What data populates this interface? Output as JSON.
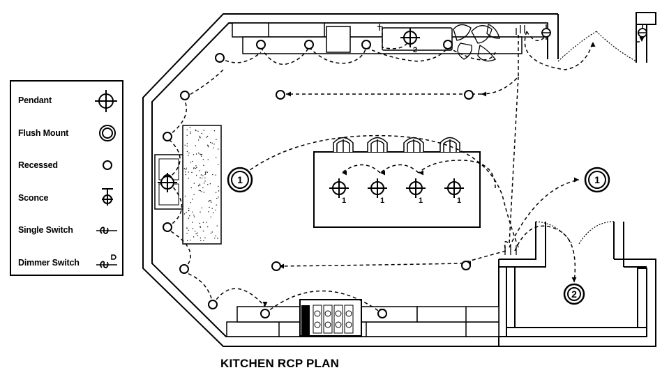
{
  "title": "KITCHEN RCP PLAN",
  "legend": {
    "items": [
      {
        "label": "Pendant",
        "icon": "pendant-icon"
      },
      {
        "label": "Flush Mount",
        "icon": "flush-mount-icon"
      },
      {
        "label": "Recessed",
        "icon": "recessed-icon"
      },
      {
        "label": "Sconce",
        "icon": "sconce-icon"
      },
      {
        "label": "Single Switch",
        "icon": "single-switch-icon"
      },
      {
        "label": "Dimmer Switch",
        "icon": "dimmer-switch-icon"
      }
    ]
  },
  "fixture_tags": {
    "flush_mount_type": "1",
    "pantry_flush_mount_type": "2",
    "pendant_type": "1",
    "sink_pendant_type": "2"
  }
}
